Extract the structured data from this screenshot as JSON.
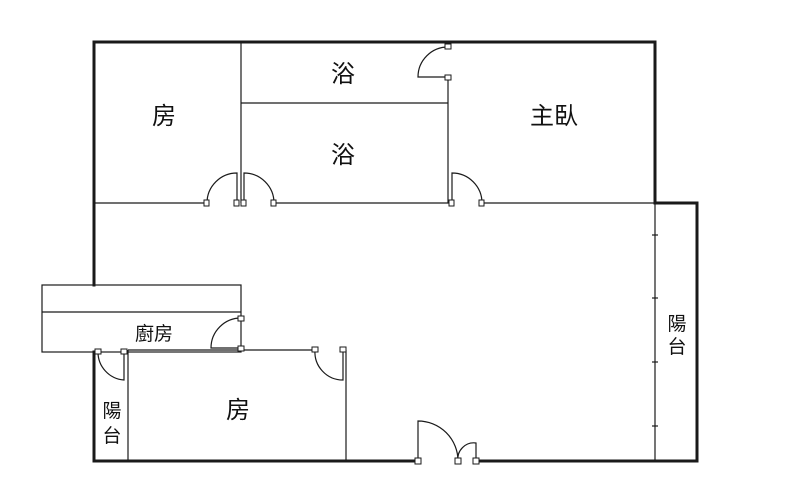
{
  "rooms": {
    "bedroom_top_left": "房",
    "bath_upper": "浴",
    "bath_lower": "浴",
    "master_bedroom": "主臥",
    "kitchen": "廚房",
    "bedroom_bottom": "房",
    "balcony_right_1": "陽",
    "balcony_right_2": "台",
    "balcony_left_1": "陽",
    "balcony_left_2": "台"
  },
  "colors": {
    "wall": "#1a1a1a",
    "background": "#ffffff"
  }
}
